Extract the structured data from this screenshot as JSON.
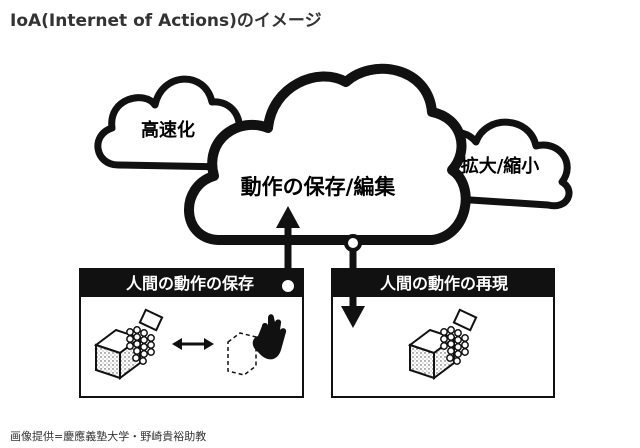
{
  "title": "IoA(Internet of Actions)のイメージ",
  "clouds": {
    "main": "動作の保存/編集",
    "left": "高速化",
    "right": "拡大/縮小"
  },
  "boxes": {
    "save": "人間の動作の保存",
    "replay": "人間の動作の再現"
  },
  "credit": "画像提供=慶應義塾大学・野崎貴裕助教",
  "colors": {
    "ink": "#111111",
    "background": "#ffffff",
    "title": "#333333"
  }
}
